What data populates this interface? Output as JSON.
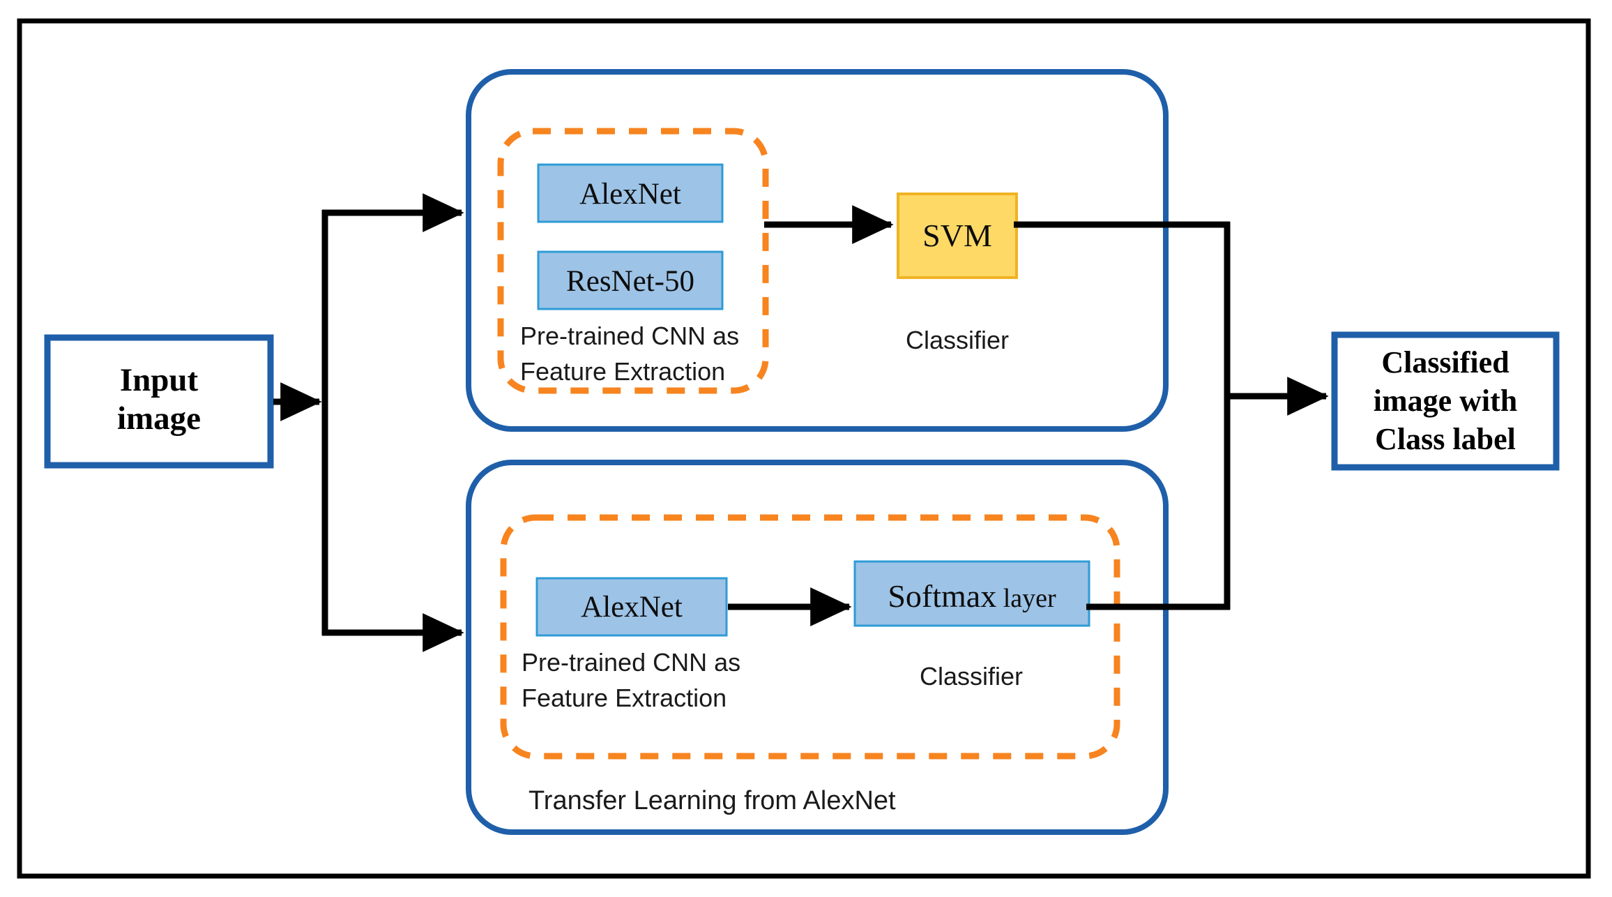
{
  "diagram": {
    "title_present": false,
    "colors": {
      "frame_black": "#000000",
      "container_blue": "#1F5FA9",
      "dashed_orange": "#F7841F",
      "box_blue_fill": "#9DC3E6",
      "box_blue_border": "#2E9BD6",
      "svm_fill": "#FFD966",
      "svm_border": "#F0B323",
      "io_box_border": "#1F5FA9",
      "io_box_fill": "#FFFFFF",
      "arrow_black": "#000000",
      "text_black": "#000000"
    },
    "input_box": {
      "line1": "Input",
      "line2": "image"
    },
    "output_box": {
      "line1": "Classified",
      "line2": "image with",
      "line3": "Class label"
    },
    "top_pipeline": {
      "feature_boxes": [
        {
          "label": "AlexNet"
        },
        {
          "label": "ResNet-50"
        }
      ],
      "feature_caption_line1": "Pre-trained CNN as",
      "feature_caption_line2": "Feature Extraction",
      "classifier_box": {
        "label": "SVM"
      },
      "classifier_caption": "Classifier"
    },
    "bottom_pipeline": {
      "feature_boxes": [
        {
          "label": "AlexNet"
        }
      ],
      "feature_caption_line1": "Pre-trained CNN as",
      "feature_caption_line2": "Feature Extraction",
      "classifier_box": {
        "label_main": "Softmax",
        "label_sub": " layer"
      },
      "classifier_caption": "Classifier",
      "container_caption": "Transfer Learning from AlexNet"
    }
  }
}
